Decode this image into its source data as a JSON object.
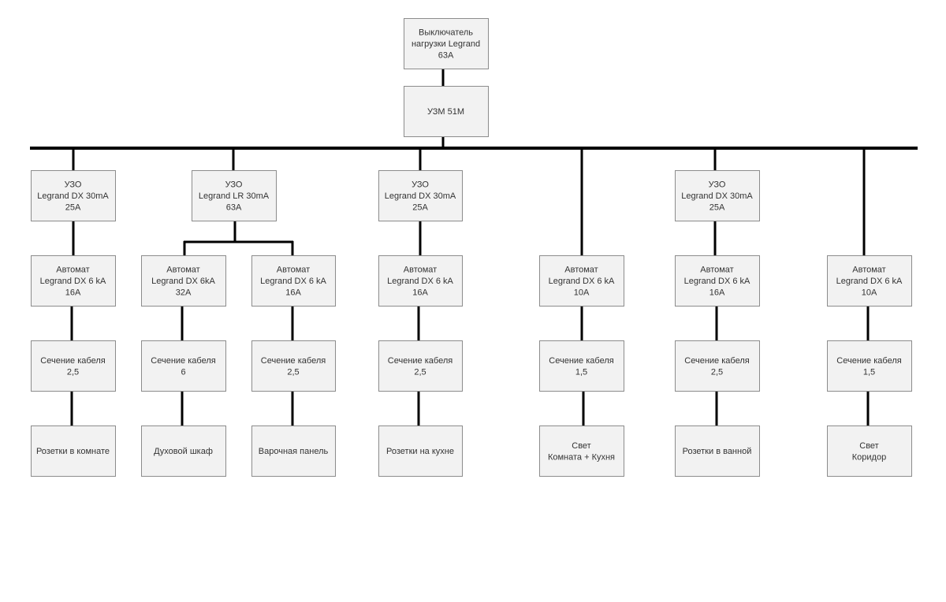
{
  "diagram": {
    "nodes": [
      {
        "id": "main-switch",
        "lines": [
          "Выключатель",
          "нагрузки Legrand",
          "63А"
        ]
      },
      {
        "id": "uzm",
        "lines": [
          "УЗМ 51М"
        ]
      },
      {
        "id": "rcd-1",
        "lines": [
          "УЗО",
          "Legrand DX 30mA",
          "25А"
        ]
      },
      {
        "id": "rcd-2",
        "lines": [
          "УЗО",
          "Legrand LR 30mA",
          "63А"
        ]
      },
      {
        "id": "rcd-3",
        "lines": [
          "УЗО",
          "Legrand DX 30mA",
          "25А"
        ]
      },
      {
        "id": "rcd-4",
        "lines": [
          "УЗО",
          "Legrand DX 30mA",
          "25А"
        ]
      },
      {
        "id": "breaker-1",
        "lines": [
          "Автомат",
          "Legrand DX 6 kA",
          "16А"
        ]
      },
      {
        "id": "breaker-2",
        "lines": [
          "Автомат",
          "Legrand DX 6kA",
          "32А"
        ]
      },
      {
        "id": "breaker-3",
        "lines": [
          "Автомат",
          "Legrand DX 6 kA",
          "16А"
        ]
      },
      {
        "id": "breaker-4",
        "lines": [
          "Автомат",
          "Legrand DX 6 kA",
          "16А"
        ]
      },
      {
        "id": "breaker-5",
        "lines": [
          "Автомат",
          "Legrand DX 6 kA",
          "10А"
        ]
      },
      {
        "id": "breaker-6",
        "lines": [
          "Автомат",
          "Legrand DX 6 kA",
          "16А"
        ]
      },
      {
        "id": "breaker-7",
        "lines": [
          "Автомат",
          "Legrand DX 6 kA",
          "10А"
        ]
      },
      {
        "id": "cable-1",
        "lines": [
          "Сечение кабеля",
          "2,5"
        ]
      },
      {
        "id": "cable-2",
        "lines": [
          "Сечение кабеля",
          "6"
        ]
      },
      {
        "id": "cable-3",
        "lines": [
          "Сечение кабеля",
          "2,5"
        ]
      },
      {
        "id": "cable-4",
        "lines": [
          "Сечение кабеля",
          "2,5"
        ]
      },
      {
        "id": "cable-5",
        "lines": [
          "Сечение кабеля",
          "1,5"
        ]
      },
      {
        "id": "cable-6",
        "lines": [
          "Сечение кабеля",
          "2,5"
        ]
      },
      {
        "id": "cable-7",
        "lines": [
          "Сечение кабеля",
          "1,5"
        ]
      },
      {
        "id": "load-1",
        "lines": [
          "Розетки в комнате"
        ]
      },
      {
        "id": "load-2",
        "lines": [
          "Духовой шкаф"
        ]
      },
      {
        "id": "load-3",
        "lines": [
          "Варочная панель"
        ]
      },
      {
        "id": "load-4",
        "lines": [
          "Розетки на кухне"
        ]
      },
      {
        "id": "load-5",
        "lines": [
          "Свет",
          "Комната + Кухня"
        ]
      },
      {
        "id": "load-6",
        "lines": [
          "Розетки в ванной"
        ]
      },
      {
        "id": "load-7",
        "lines": [
          "Свет",
          "Коридор"
        ]
      }
    ],
    "edges": [
      [
        "main-switch",
        "uzm"
      ],
      [
        "uzm",
        "rcd-1"
      ],
      [
        "uzm",
        "rcd-2"
      ],
      [
        "uzm",
        "rcd-3"
      ],
      [
        "uzm",
        "breaker-5"
      ],
      [
        "uzm",
        "rcd-4"
      ],
      [
        "uzm",
        "breaker-7"
      ],
      [
        "rcd-1",
        "breaker-1"
      ],
      [
        "rcd-2",
        "breaker-2"
      ],
      [
        "rcd-2",
        "breaker-3"
      ],
      [
        "rcd-3",
        "breaker-4"
      ],
      [
        "rcd-4",
        "breaker-6"
      ],
      [
        "breaker-1",
        "cable-1"
      ],
      [
        "breaker-2",
        "cable-2"
      ],
      [
        "breaker-3",
        "cable-3"
      ],
      [
        "breaker-4",
        "cable-4"
      ],
      [
        "breaker-5",
        "cable-5"
      ],
      [
        "breaker-6",
        "cable-6"
      ],
      [
        "breaker-7",
        "cable-7"
      ],
      [
        "cable-1",
        "load-1"
      ],
      [
        "cable-2",
        "load-2"
      ],
      [
        "cable-3",
        "load-3"
      ],
      [
        "cable-4",
        "load-4"
      ],
      [
        "cable-5",
        "load-5"
      ],
      [
        "cable-6",
        "load-6"
      ],
      [
        "cable-7",
        "load-7"
      ]
    ]
  }
}
